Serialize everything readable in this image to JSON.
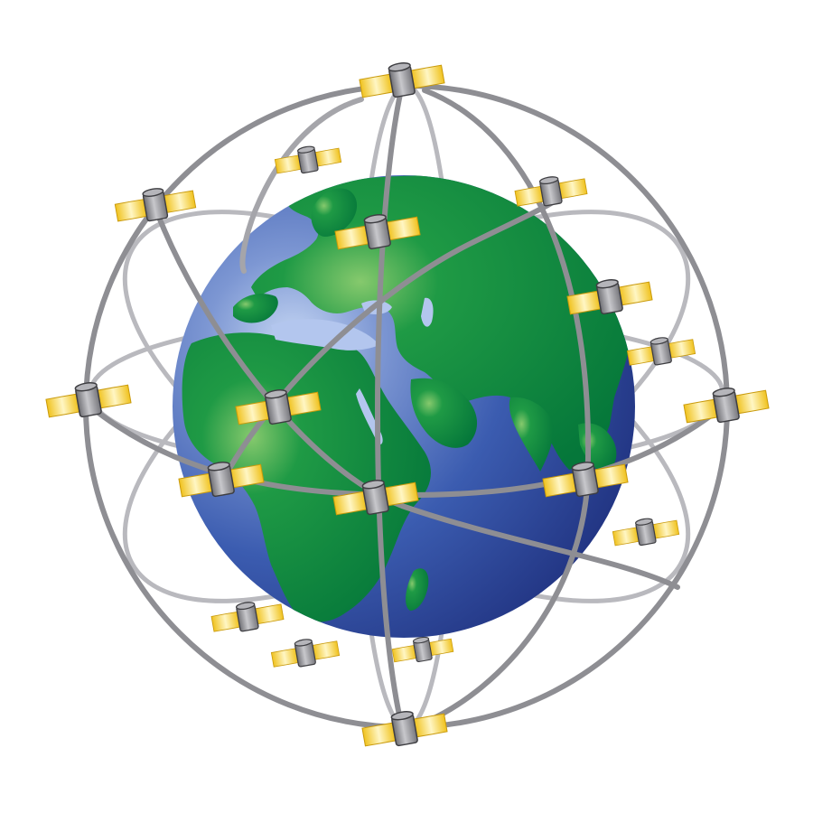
{
  "colors": {
    "background": "#ffffff",
    "ocean": "#2b4a9e",
    "ocean_highlight": "#b9cdf0",
    "land": "#0a8a3a",
    "orbit_front": "#8e8e93",
    "orbit_back": "#b9b9be",
    "satellite_body": "#8d8d92",
    "solar_panel": "#f2cc2a"
  },
  "satellites": [
    {
      "id": "sat-top"
    },
    {
      "id": "sat-upper-left-small"
    },
    {
      "id": "sat-upper-left"
    },
    {
      "id": "sat-upper-right"
    },
    {
      "id": "sat-over-europe"
    },
    {
      "id": "sat-right-upper"
    },
    {
      "id": "sat-right-small"
    },
    {
      "id": "sat-far-right"
    },
    {
      "id": "sat-far-left"
    },
    {
      "id": "sat-over-africa"
    },
    {
      "id": "sat-left-lower"
    },
    {
      "id": "sat-center"
    },
    {
      "id": "sat-right-lower"
    },
    {
      "id": "sat-right-bottom-small"
    },
    {
      "id": "sat-lower-left"
    },
    {
      "id": "sat-bottom-left-small"
    },
    {
      "id": "sat-bottom-small"
    },
    {
      "id": "sat-bottom"
    }
  ]
}
